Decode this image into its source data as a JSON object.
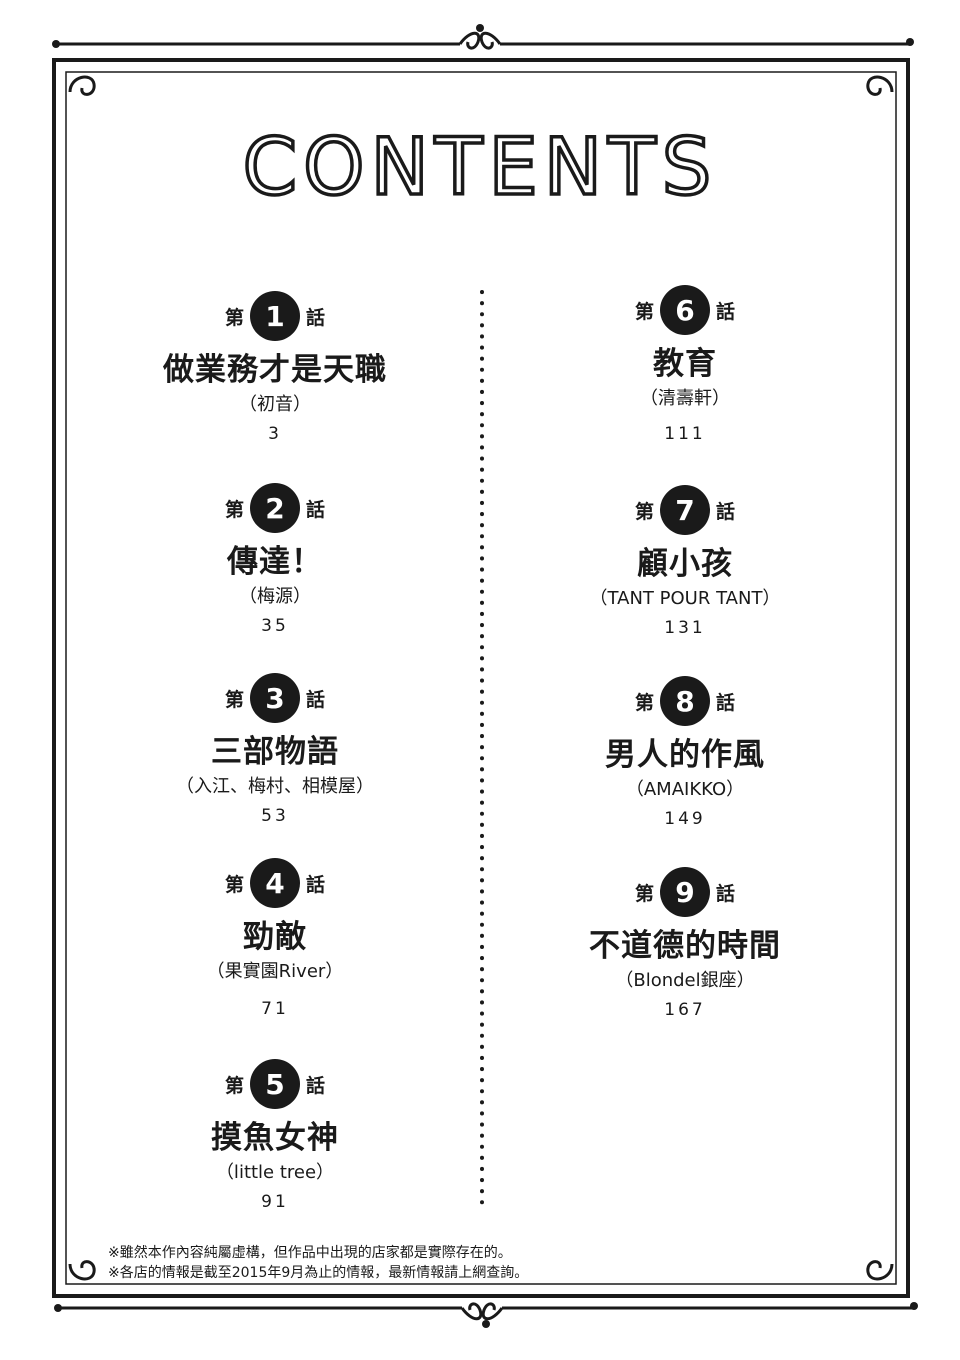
{
  "title": "CONTENTS",
  "episode_prefix": "第",
  "episode_suffix": "話",
  "episodes_left": [
    {
      "number": "1",
      "title": "做業務才是天職",
      "shop": "（初音）",
      "page": "3"
    },
    {
      "number": "2",
      "title": "傳達！",
      "shop": "（梅源）",
      "page": "35"
    },
    {
      "number": "3",
      "title": "三部物語",
      "shop": "（入江、梅村、相模屋）",
      "page": "53"
    },
    {
      "number": "4",
      "title": "勁敵",
      "shop": "（果實園River）",
      "page": "71"
    },
    {
      "number": "5",
      "title": "摸魚女神",
      "shop": "（little tree）",
      "page": "91"
    }
  ],
  "episodes_right": [
    {
      "number": "6",
      "title": "教育",
      "shop": "（清壽軒）",
      "page": "111"
    },
    {
      "number": "7",
      "title": "顧小孩",
      "shop": "（TANT POUR TANT）",
      "page": "131"
    },
    {
      "number": "8",
      "title": "男人的作風",
      "shop": "（AMAIKKO）",
      "page": "149"
    },
    {
      "number": "9",
      "title": "不道德的時間",
      "shop": "（Blondel銀座）",
      "page": "167"
    }
  ],
  "notes": [
    "※雖然本作內容純屬虛構，但作品中出現的店家都是實際存在的。",
    "※各店的情報是截至2015年9月為止的情報，最新情報請上網查詢。"
  ],
  "colors": {
    "ink": "#1a1a1a",
    "paper": "#ffffff"
  }
}
